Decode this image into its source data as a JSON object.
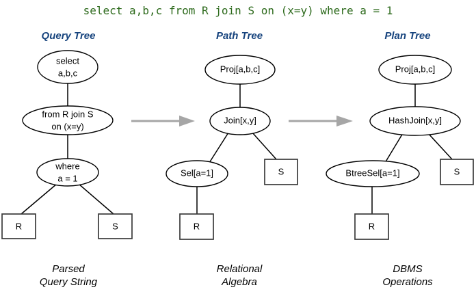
{
  "diagram": {
    "query_string": "select a,b,c from R join S on (x=y) where a = 1",
    "query_color": "#2d6a1c",
    "header_color": "#17447e",
    "arrow_color": "#a6a6a6"
  },
  "columns": [
    {
      "header": "Query Tree",
      "caption_line1": "Parsed",
      "caption_line2": "Query String",
      "nodes": {
        "root_line1": "select",
        "root_line2": "a,b,c",
        "mid_line1": "from R join S",
        "mid_line2": "on (x=y)",
        "low_line1": "where",
        "low_line2": "a = 1",
        "leaf_left": "R",
        "leaf_right": "S"
      }
    },
    {
      "header": "Path Tree",
      "caption_line1": "Relational",
      "caption_line2": "Algebra",
      "nodes": {
        "root": "Proj[a,b,c]",
        "join": "Join[x,y]",
        "sel": "Sel[a=1]",
        "leaf_left": "R",
        "leaf_right": "S"
      }
    },
    {
      "header": "Plan Tree",
      "caption_line1": "DBMS",
      "caption_line2": "Operations",
      "nodes": {
        "root": "Proj[a,b,c]",
        "join": "HashJoin[x,y]",
        "sel": "BtreeSel[a=1]",
        "leaf_left": "R",
        "leaf_right": "S"
      }
    }
  ],
  "arrows": [
    {
      "name": "arrow-query-to-path"
    },
    {
      "name": "arrow-path-to-plan"
    }
  ]
}
